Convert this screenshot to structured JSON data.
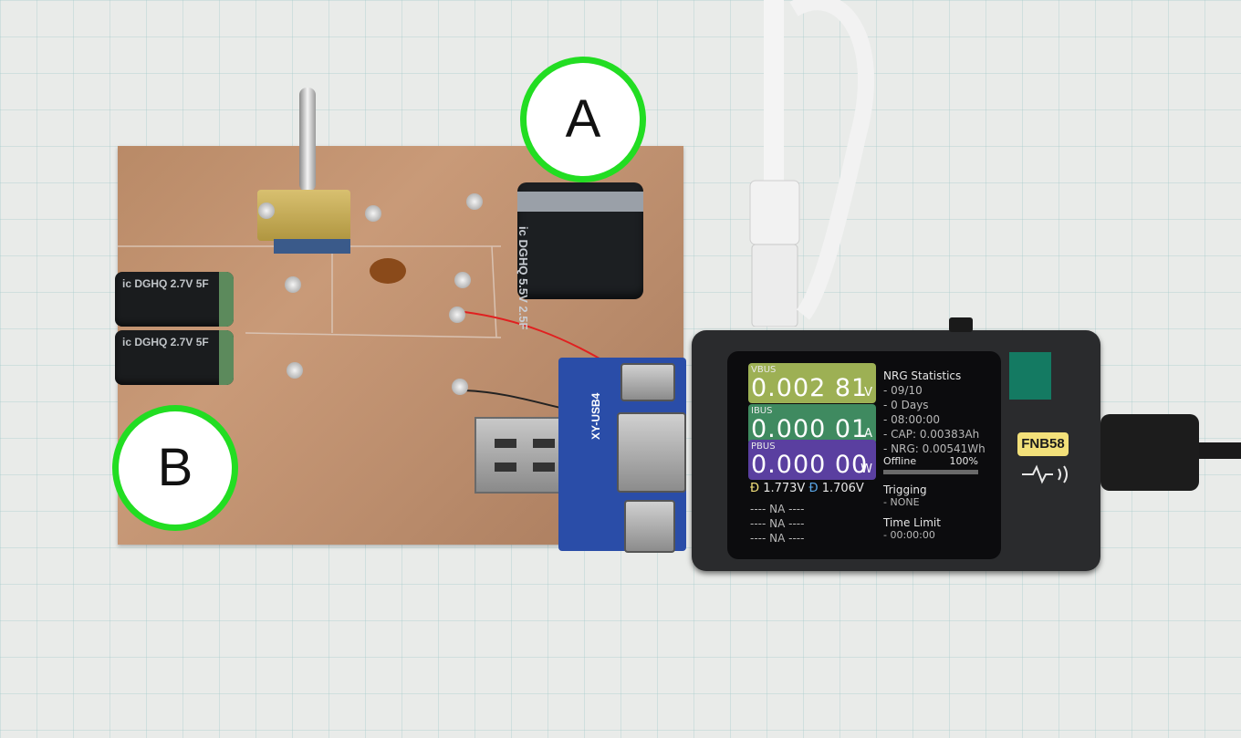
{
  "markers": {
    "a": "A",
    "b": "B"
  },
  "colors": {
    "marker_ring": "#22dd22",
    "copper": "#c39475",
    "pcb_blue": "#2a4da8",
    "vbus": "#9db054",
    "ibus": "#3f8a60",
    "pbus": "#5a3fa0",
    "badge": "#f2e07a"
  },
  "capacitor_big": {
    "label": "ic DGHQ 5.5V 2.5F"
  },
  "capacitor_small": [
    {
      "label": "ic DGHQ 2.7V 5F"
    },
    {
      "label": "ic DGHQ 2.7V 5F"
    }
  ],
  "adapter_board": {
    "silkscreen": "XY-USB4"
  },
  "meter": {
    "brand_badge": "FNB58",
    "vbus": {
      "label": "VBUS",
      "value": "0.002 81",
      "unit": "V"
    },
    "ibus": {
      "label": "IBUS",
      "value": "0.000 01",
      "unit": "A"
    },
    "pbus": {
      "label": "PBUS",
      "value": "0.000 00",
      "unit": "W"
    },
    "data_lines": {
      "dplus": "1.773V",
      "dminus": "1.706V"
    },
    "na_lines": [
      "---- NA ----",
      "---- NA ----",
      "---- NA ----"
    ],
    "stats": {
      "title": "NRG Statistics",
      "lines": [
        "- 09/10",
        "- 0 Days",
        "- 08:00:00",
        "- CAP: 0.00383Ah",
        "- NRG: 0.00541Wh"
      ]
    },
    "offline": {
      "label": "Offline",
      "percent": "100%"
    },
    "trigging": {
      "title": "Trigging",
      "value": "- NONE"
    },
    "time_limit": {
      "title": "Time Limit",
      "value": "- 00:00:00"
    }
  }
}
